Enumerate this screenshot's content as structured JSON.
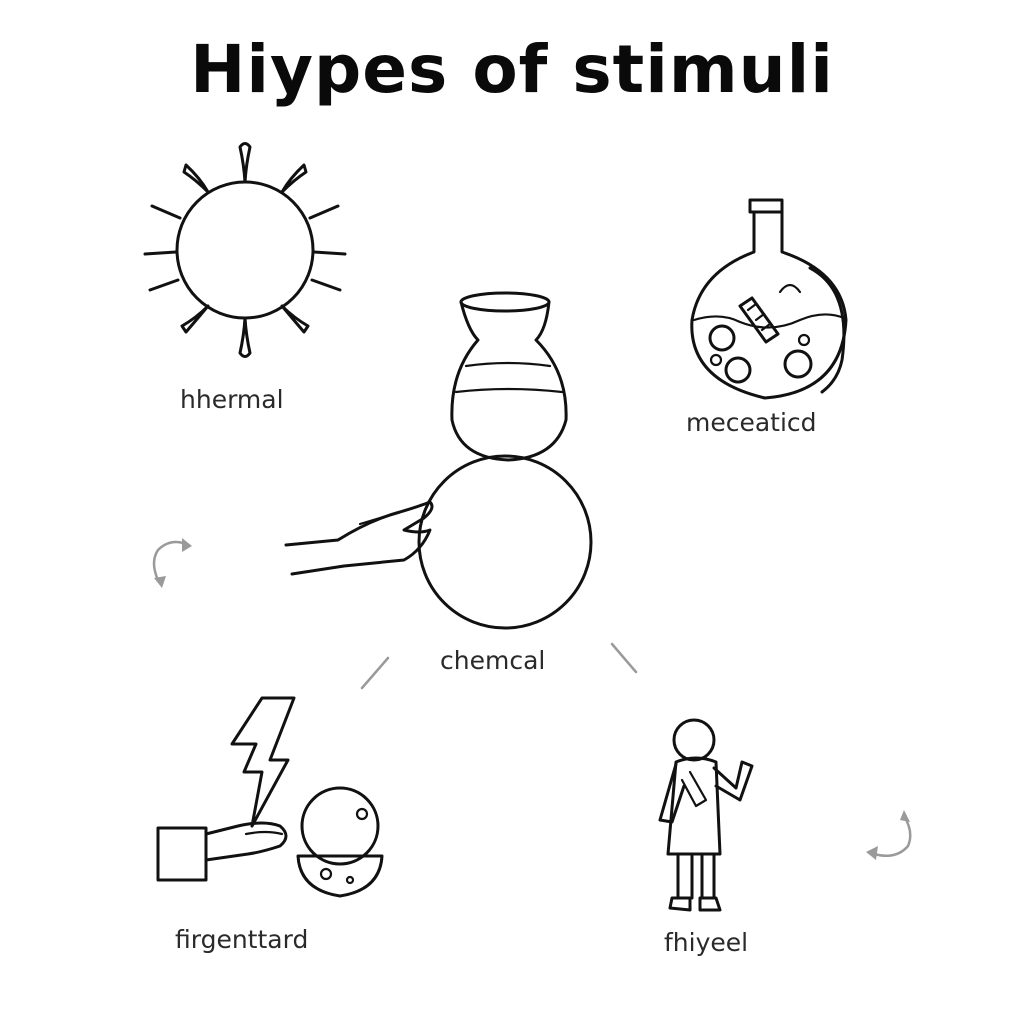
{
  "title": "Hiypes of stimuli",
  "stimuli": [
    {
      "id": "thermal",
      "label": "hhermal",
      "icon": "sun-icon"
    },
    {
      "id": "mechanical",
      "label": "meceaticd",
      "icon": "flask-icon"
    },
    {
      "id": "chemical",
      "label": "chemcal",
      "icon": "vase-sphere-hand-icon"
    },
    {
      "id": "figure",
      "label": "firgenttard",
      "icon": "lightning-hand-icon"
    },
    {
      "id": "physical",
      "label": "fhiyeel",
      "icon": "person-icon"
    }
  ],
  "colors": {
    "line": "#111111",
    "accent_gray": "#9a9a9a",
    "background": "#ffffff"
  }
}
